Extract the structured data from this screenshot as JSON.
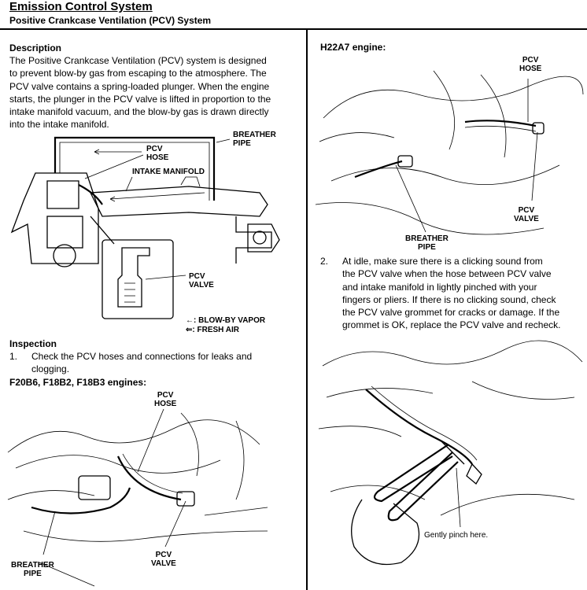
{
  "header": {
    "title": "Emission Control System",
    "subtitle": "Positive Crankcase Ventilation (PCV) System"
  },
  "left": {
    "description_heading": "Description",
    "description_lines": [
      "The Positive Crankcase Ventilation (PCV) system is designed",
      "to prevent blow-by gas from escaping to the atmosphere. The",
      "PCV valve contains a spring-loaded plunger. When the engine",
      "starts, the plunger in the PCV valve is lifted in proportion to the",
      "intake manifold vacuum, and the blow-by gas is drawn directly",
      "into the intake manifold."
    ],
    "diagram_labels": {
      "breather_pipe": [
        "BREATHER",
        "PIPE"
      ],
      "pcv_hose": [
        "PCV",
        "HOSE"
      ],
      "intake_manifold": "INTAKE MANIFOLD",
      "pcv_valve": [
        "PCV",
        "VALVE"
      ]
    },
    "legend": {
      "blow_by": "←: BLOW-BY VAPOR",
      "fresh_air": "⇐: FRESH AIR"
    },
    "inspection_heading": "Inspection",
    "step1_num": "1.",
    "step1_lines": [
      "Check the PCV hoses and connections for leaks and",
      "clogging."
    ],
    "engines_heading": "F20B6, F18B2, F18B3 engines:",
    "photo_labels": {
      "pcv_hose": [
        "PCV",
        "HOSE"
      ],
      "breather_pipe": [
        "BREATHER",
        "PIPE"
      ],
      "pcv_valve": [
        "PCV",
        "VALVE"
      ]
    }
  },
  "right": {
    "engine_heading": "H22A7 engine:",
    "photo_labels": {
      "pcv_hose": [
        "PCV",
        "HOSE"
      ],
      "pcv_valve": [
        "PCV",
        "VALVE"
      ],
      "breather_pipe": [
        "BREATHER",
        "PIPE"
      ]
    },
    "step2_num": "2.",
    "step2_lines": [
      "At idle, make sure there is a clicking sound from",
      "the PCV valve when the hose between PCV valve",
      "and intake manifold in lightly pinched with your",
      "fingers or pliers. If there is no clicking sound, check",
      "the PCV valve grommet for cracks or damage. If the",
      "grommet is OK, replace the PCV valve and recheck."
    ],
    "pinch_caption": "Gently pinch here."
  }
}
